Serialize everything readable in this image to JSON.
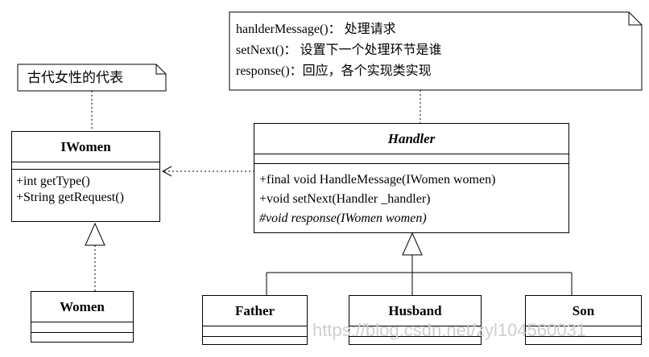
{
  "notes": {
    "handler_note": {
      "lines": [
        "hanlderMessage()： 处理请求",
        "setNext()： 设置下一个处理环节是谁",
        "response()：回应，各个实现类实现"
      ]
    },
    "women_note": {
      "text": "古代女性的代表"
    }
  },
  "classes": {
    "iwomen": {
      "name": "IWomen",
      "methods": [
        "+int getType()",
        "+String getRequest()"
      ]
    },
    "women": {
      "name": "Women"
    },
    "handler": {
      "name": "Handler",
      "methods": [
        "+final void HandleMessage(IWomen women)",
        "+void setNext(Handler _handler)",
        "#void response(IWomen women)"
      ]
    },
    "father": {
      "name": "Father"
    },
    "husband": {
      "name": "Husband"
    },
    "son": {
      "name": "Son"
    }
  },
  "watermark": "https://blog.csdn.net/zyl104560031"
}
